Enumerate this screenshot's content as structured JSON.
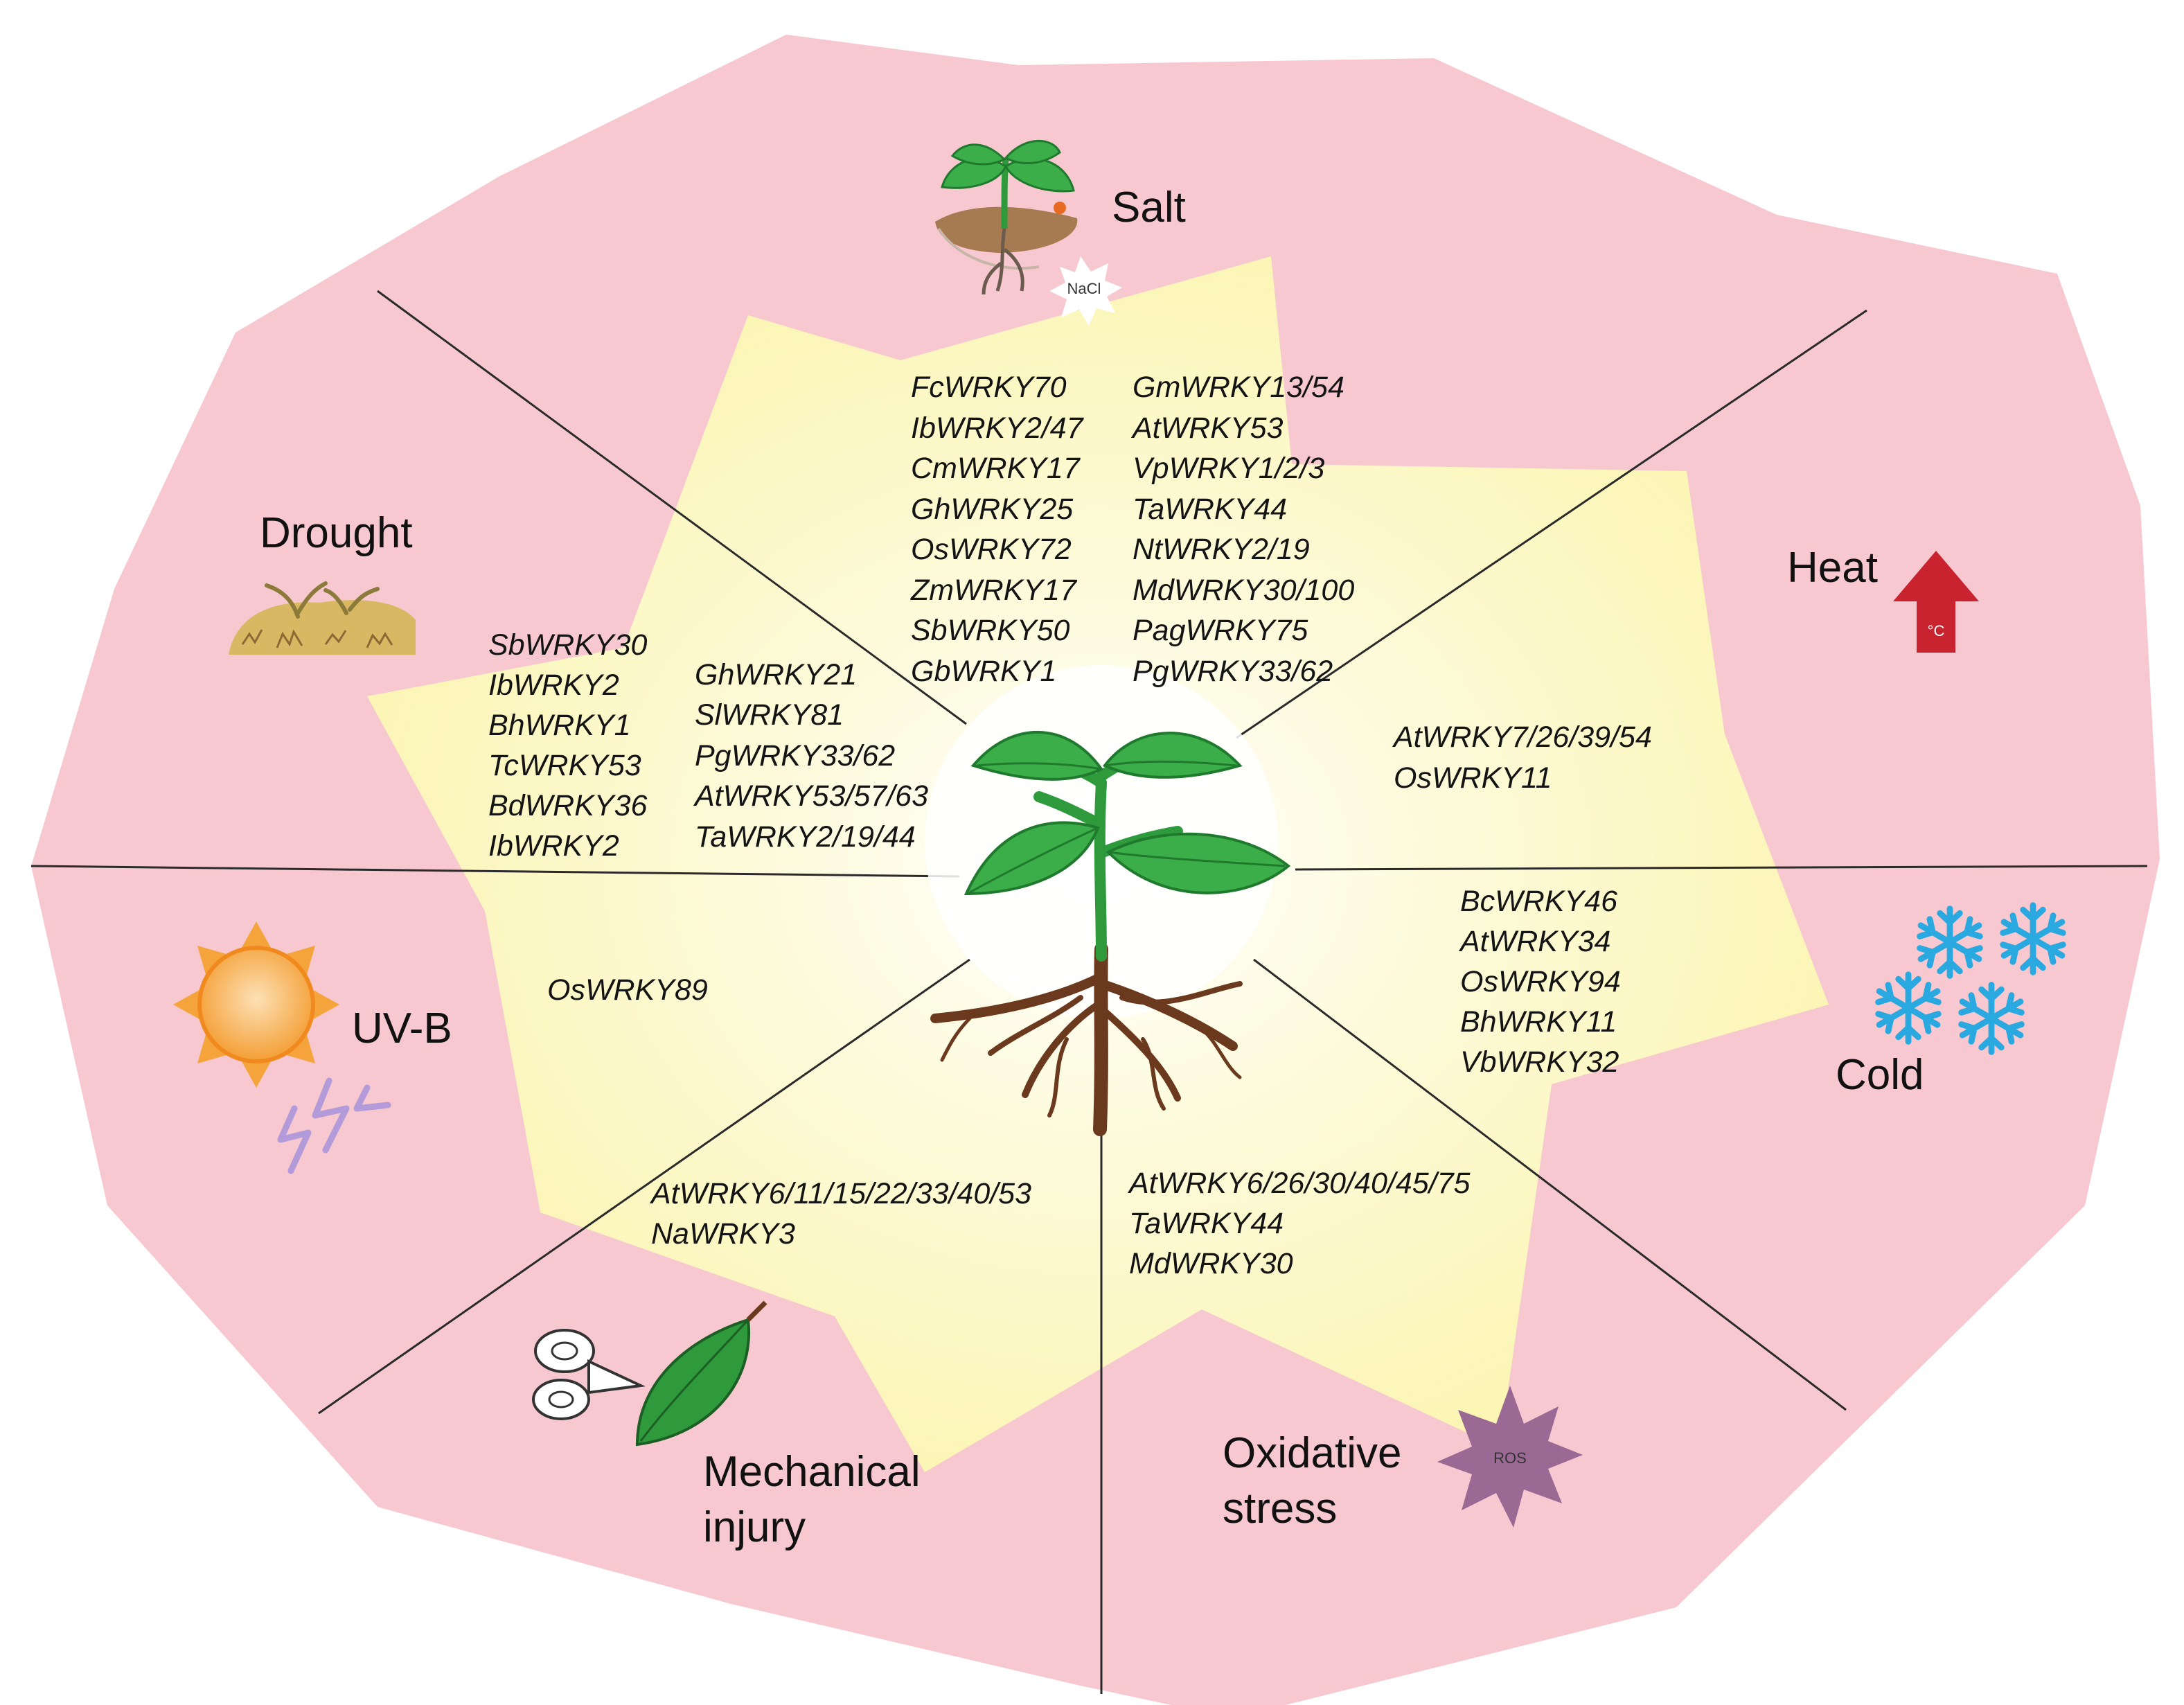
{
  "colors": {
    "background": "#ffffff",
    "outer_region": "#f7c8d0",
    "inner_star": "#fbf6b8",
    "plant_leaf": "#3cae49",
    "plant_root": "#6b3a1e",
    "heat_arrow": "#c8232f",
    "cold_snowflake": "#29a9e0",
    "sun": "#f5a43c",
    "ros_star": "#9a6a95",
    "divider_line": "#2a2a2a"
  },
  "icons": {
    "salt": "seedling-in-soil-icon",
    "salt_badge": "nacl-badge-icon",
    "drought": "dry-soil-icon",
    "heat": "up-arrow-icon",
    "cold": "snowflake-icon",
    "uvb": "sun-icon",
    "mechanical": "scissors-and-leaf-icon",
    "oxidative": "ros-star-icon",
    "center": "plant-with-roots-icon"
  },
  "stresses": {
    "salt": {
      "label": "Salt",
      "badge": "NaCl",
      "genes_left": [
        "FcWRKY70",
        "IbWRKY2/47",
        "CmWRKY17",
        "GhWRKY25",
        "OsWRKY72",
        "ZmWRKY17",
        "SbWRKY50",
        "GbWRKY1"
      ],
      "genes_right": [
        "GmWRKY13/54",
        "AtWRKY53",
        "VpWRKY1/2/3",
        "TaWRKY44",
        "NtWRKY2/19",
        "MdWRKY30/100",
        "PagWRKY75",
        "PgWRKY33/62"
      ]
    },
    "drought": {
      "label": "Drought",
      "genes_left": [
        "SbWRKY30",
        "IbWRKY2",
        "BhWRKY1",
        "TcWRKY53",
        "BdWRKY36",
        "IbWRKY2"
      ],
      "genes_right": [
        "GhWRKY21",
        "SlWRKY81",
        "PgWRKY33/62",
        "AtWRKY53/57/63",
        "TaWRKY2/19/44"
      ]
    },
    "heat": {
      "label": "Heat",
      "unit": "°C",
      "genes": [
        "AtWRKY7/26/39/54",
        "OsWRKY11"
      ]
    },
    "cold": {
      "label": "Cold",
      "genes": [
        "BcWRKY46",
        "AtWRKY34",
        "OsWRKY94",
        "BhWRKY11",
        "VbWRKY32"
      ]
    },
    "uvb": {
      "label": "UV-B",
      "genes": [
        "OsWRKY89"
      ]
    },
    "mechanical": {
      "label_line1": "Mechanical",
      "label_line2": "injury",
      "genes": [
        "AtWRKY6/11/15/22/33/40/53",
        "NaWRKY3"
      ]
    },
    "oxidative": {
      "label_line1": "Oxidative",
      "label_line2": "stress",
      "badge": "ROS",
      "genes": [
        "AtWRKY6/26/30/40/45/75",
        "TaWRKY44",
        "MdWRKY30"
      ]
    }
  }
}
